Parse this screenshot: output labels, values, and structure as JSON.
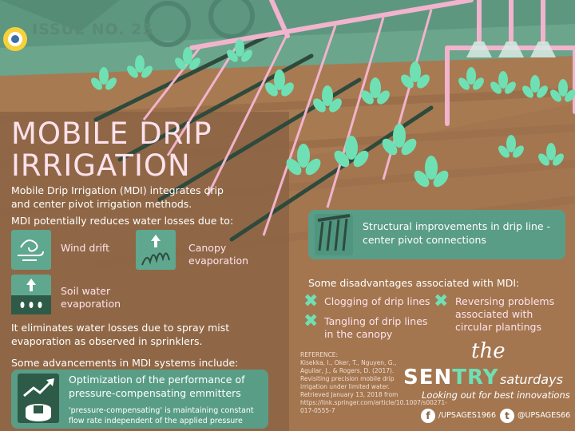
{
  "header": {
    "issue": "ISSUE NO. 25"
  },
  "title": {
    "line1": "MOBILE DRIP",
    "line2": "IRRIGATION"
  },
  "intro": "Mobile Drip Irrigation (MDI) integrates drip and center pivot irrigation methods.",
  "losses": {
    "heading": "MDI potentially reduces water losses due to:",
    "items": [
      {
        "label": "Wind drift",
        "icon": "wind-icon"
      },
      {
        "label": "Canopy evaporation",
        "icon": "canopy-evaporation-icon"
      },
      {
        "label": "Soil water evaporation",
        "icon": "soil-evaporation-icon"
      }
    ]
  },
  "eliminates": "It eliminates water losses due to spray mist evaporation as observed in sprinklers.",
  "advancements": {
    "heading": "Some advancements in MDI systems include:",
    "items": [
      {
        "title": "Optimization of the performance of pressure-compensating emmitters",
        "note": "'pressure-compensating' is maintaining constant flow rate independent of the applied pressure",
        "icon": "emitter-performance-icon"
      },
      {
        "title": "Structural improvements in drip line - center pivot connections",
        "icon": "drip-lines-icon"
      }
    ]
  },
  "disadvantages": {
    "heading": "Some disadvantages associated with MDI:",
    "items": [
      "Clogging of drip lines",
      "Tangling of drip lines in the canopy",
      "Reversing problems associated with circular plantings"
    ]
  },
  "reference": {
    "label": "REFERENCE:",
    "text": "Kisekka, I., Oker, T., Nguyen, G., Aguilar, J., & Rogers, D. (2017). Revisiting precision mobile drip irrigation under limited water. Retrieved January 13, 2018 from https://link.springer.com/article/10.1007/s00271-017-0555-7"
  },
  "brand": {
    "the": "the",
    "sen": "SEN",
    "try": "TRY",
    "saturdays": "saturdays",
    "tagline": "Looking out for best innovations",
    "facebook": "/UPSAGES1966",
    "twitter": "@UPSAGES66"
  },
  "colors": {
    "soil": "#a87a52",
    "panel": "#8d6545",
    "sky": "#5e9780",
    "pipe": "#f2b3cd",
    "leaf": "#6fe0b4",
    "title": "#fde1ec"
  }
}
